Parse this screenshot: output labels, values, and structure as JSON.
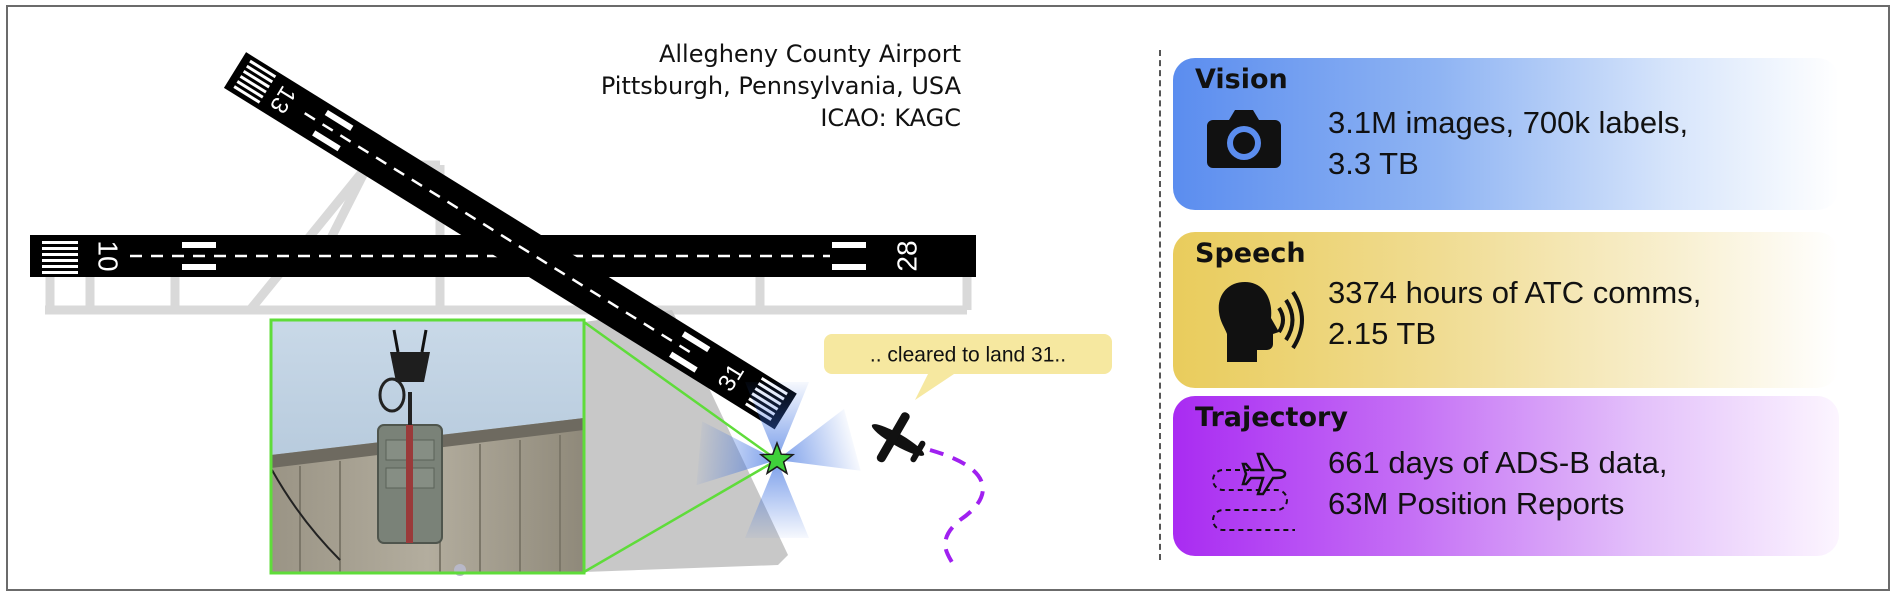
{
  "airport": {
    "name": "Allegheny County Airport",
    "location": "Pittsburgh, Pennsylvania, USA",
    "icao": "ICAO: KAGC"
  },
  "runways": {
    "r10": "10",
    "r28": "28",
    "r13": "13",
    "r31": "31"
  },
  "radio_callout": ".. cleared to land 31..",
  "cards": {
    "vision": {
      "title": "Vision",
      "icon": "camera-icon",
      "line1": "3.1M images, 700k labels,",
      "line2": "3.3 TB",
      "color": "#5b8def"
    },
    "speech": {
      "title": "Speech",
      "icon": "speaking-head-icon",
      "line1": "3374 hours of ATC comms,",
      "line2": "2.15 TB",
      "color": "#e9cc5c"
    },
    "trajectory": {
      "title": "Trajectory",
      "icon": "flight-path-icon",
      "line1": "661 days of ADS-B data,",
      "line2": "63M Position Reports",
      "color": "#a92bf2"
    }
  },
  "colors": {
    "runway": "#000000",
    "taxiway": "#d9d9d9",
    "photo_frame": "#5fdc3a",
    "sensor_star": "#3fd03a",
    "coverage": "#3a6fe0",
    "flight_path": "#a020f0",
    "callout_bg": "#f6e8a0"
  }
}
